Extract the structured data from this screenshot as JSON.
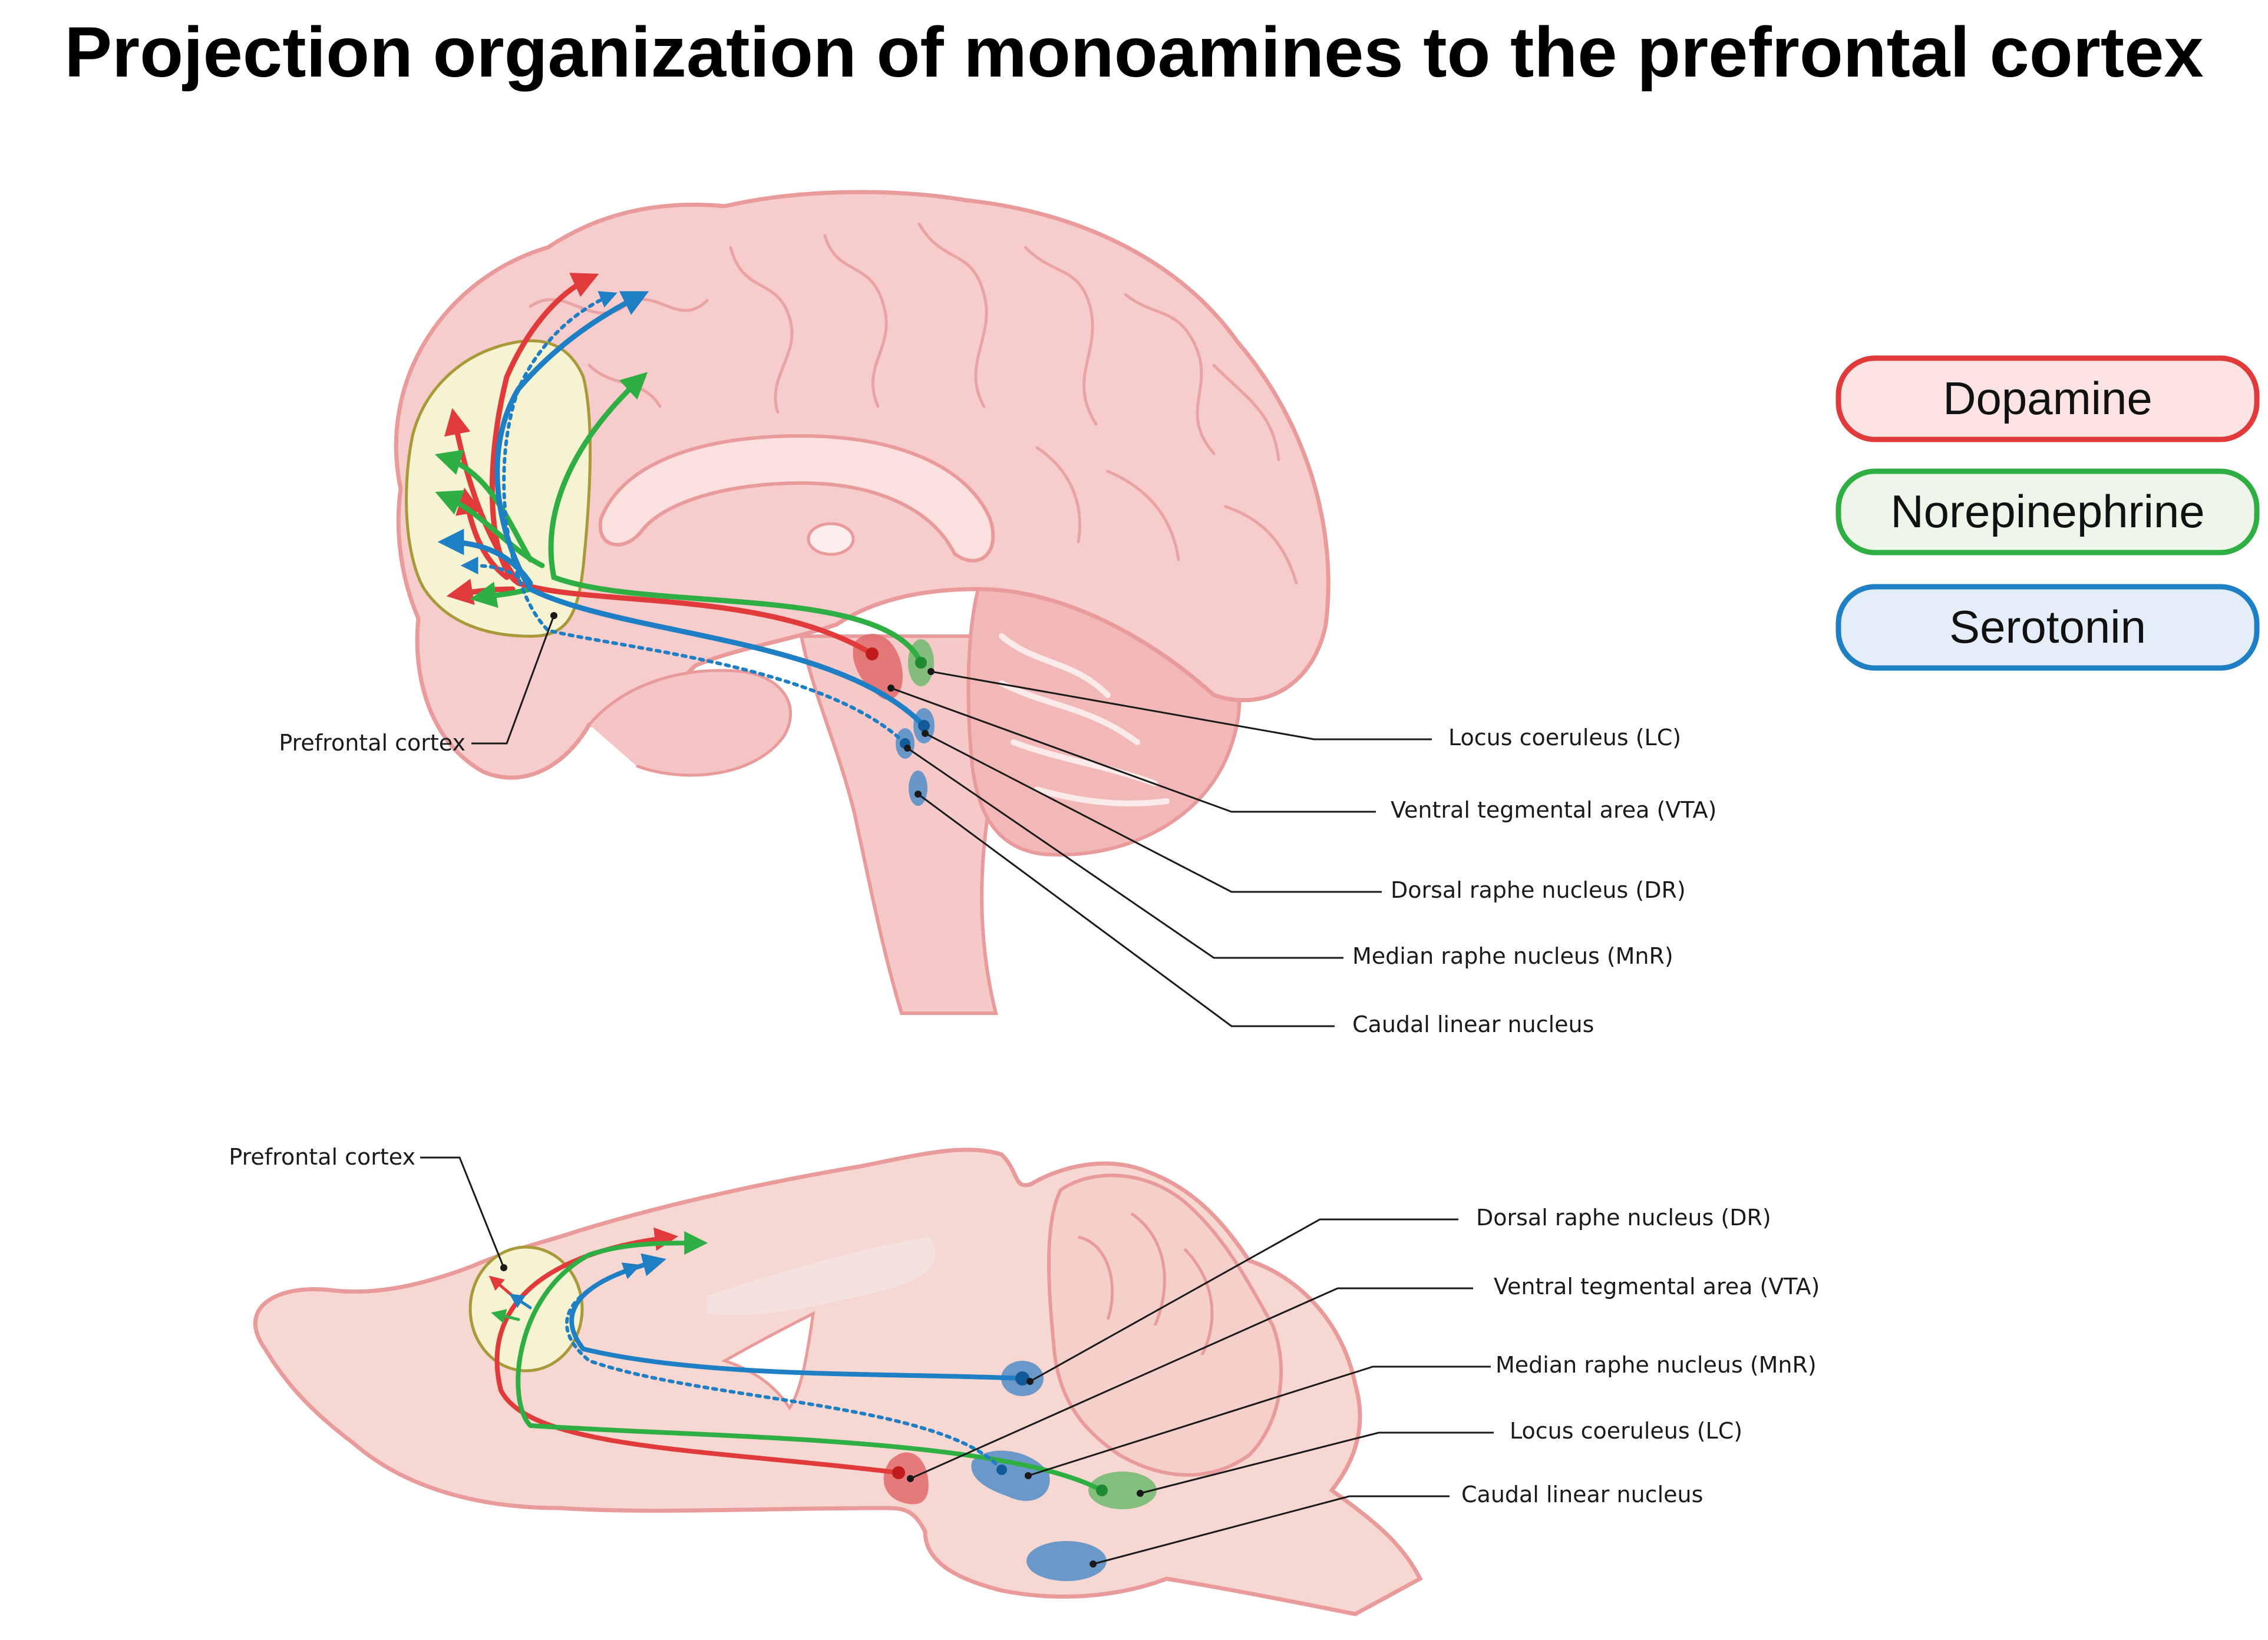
{
  "title": "Projection organization of monoamines to the prefrontal cortex",
  "legend": [
    {
      "label": "Dopamine",
      "color": "#e03a3a",
      "fill": "#fbe3e3"
    },
    {
      "label": "Norepinephrine",
      "color": "#2fae44",
      "fill": "#eef6ea"
    },
    {
      "label": "Serotonin",
      "color": "#1f7fc4",
      "fill": "#e3eef8"
    }
  ],
  "human_labels": {
    "pfc": "Prefrontal cortex",
    "lc": "Locus coeruleus (LC)",
    "vta": "Ventral tegmental area (VTA)",
    "dr": "Dorsal raphe nucleus (DR)",
    "mnr": "Median raphe nucleus (MnR)",
    "cln": "Caudal linear nucleus"
  },
  "rodent_labels": {
    "pfc": "Prefrontal cortex",
    "dr": "Dorsal raphe nucleus (DR)",
    "vta": "Ventral tegmental area (VTA)",
    "mnr": "Median raphe nucleus (MnR)",
    "lc": "Locus coeruleus (LC)",
    "cln": "Caudal linear nucleus"
  }
}
